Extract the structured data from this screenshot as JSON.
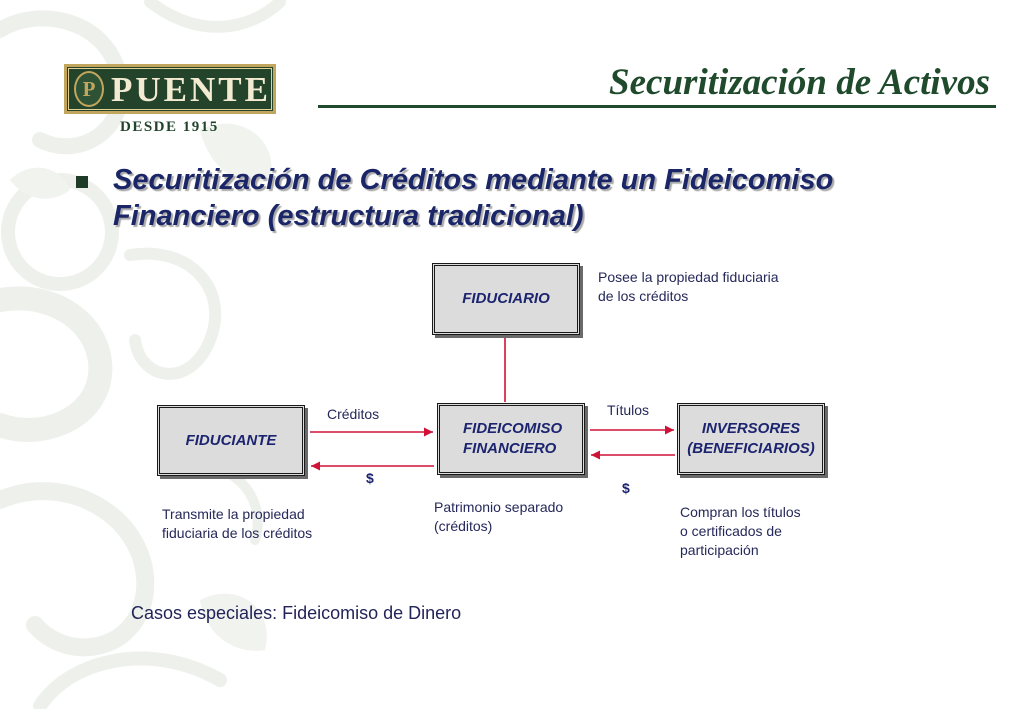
{
  "logo": {
    "seal_letter": "P",
    "brand": "PUENTE",
    "tagline": "DESDE 1915"
  },
  "header": {
    "title": "Securitización de Activos"
  },
  "bullet": {
    "lines": [
      "Securitización de Créditos mediante un Fideicomiso",
      "Financiero (estructura tradicional)"
    ]
  },
  "diagram": {
    "fiduciario": {
      "label": [
        "FIDUCIARIO"
      ],
      "note": [
        "Posee la propiedad fiduciaria",
        "de los créditos"
      ]
    },
    "fiduciante": {
      "label": [
        "FIDUCIANTE"
      ],
      "note": [
        "Transmite la propiedad",
        "fiduciaria de los créditos"
      ]
    },
    "fideicomiso": {
      "label": [
        "FIDEICOMISO",
        "FINANCIERO"
      ],
      "note": [
        "Patrimonio separado",
        "(créditos)"
      ]
    },
    "inversores": {
      "label": [
        "INVERSORES",
        "(BENEFICIARIOS)"
      ],
      "note": [
        "Compran los títulos",
        "o certificados de",
        "participación"
      ]
    },
    "flows": {
      "fiduciante_to_fideicomiso": "Créditos",
      "fideicomiso_to_fiduciante": "$",
      "fideicomiso_to_inversores": "Títulos",
      "inversores_to_fideicomiso": "$"
    }
  },
  "footer_note": "Casos especiales: Fideicomiso de Dinero",
  "colors": {
    "brand_green": "#1f4a2c",
    "gold": "#c3a65e",
    "logo_fill": "#23432b",
    "logo_text": "#f3ead2",
    "heading_navy": "#1b2668",
    "diagram_text": "#1c2470",
    "note_text": "#25285a",
    "arrow_red": "#cf1237",
    "box_fill": "#dcdcdc"
  }
}
